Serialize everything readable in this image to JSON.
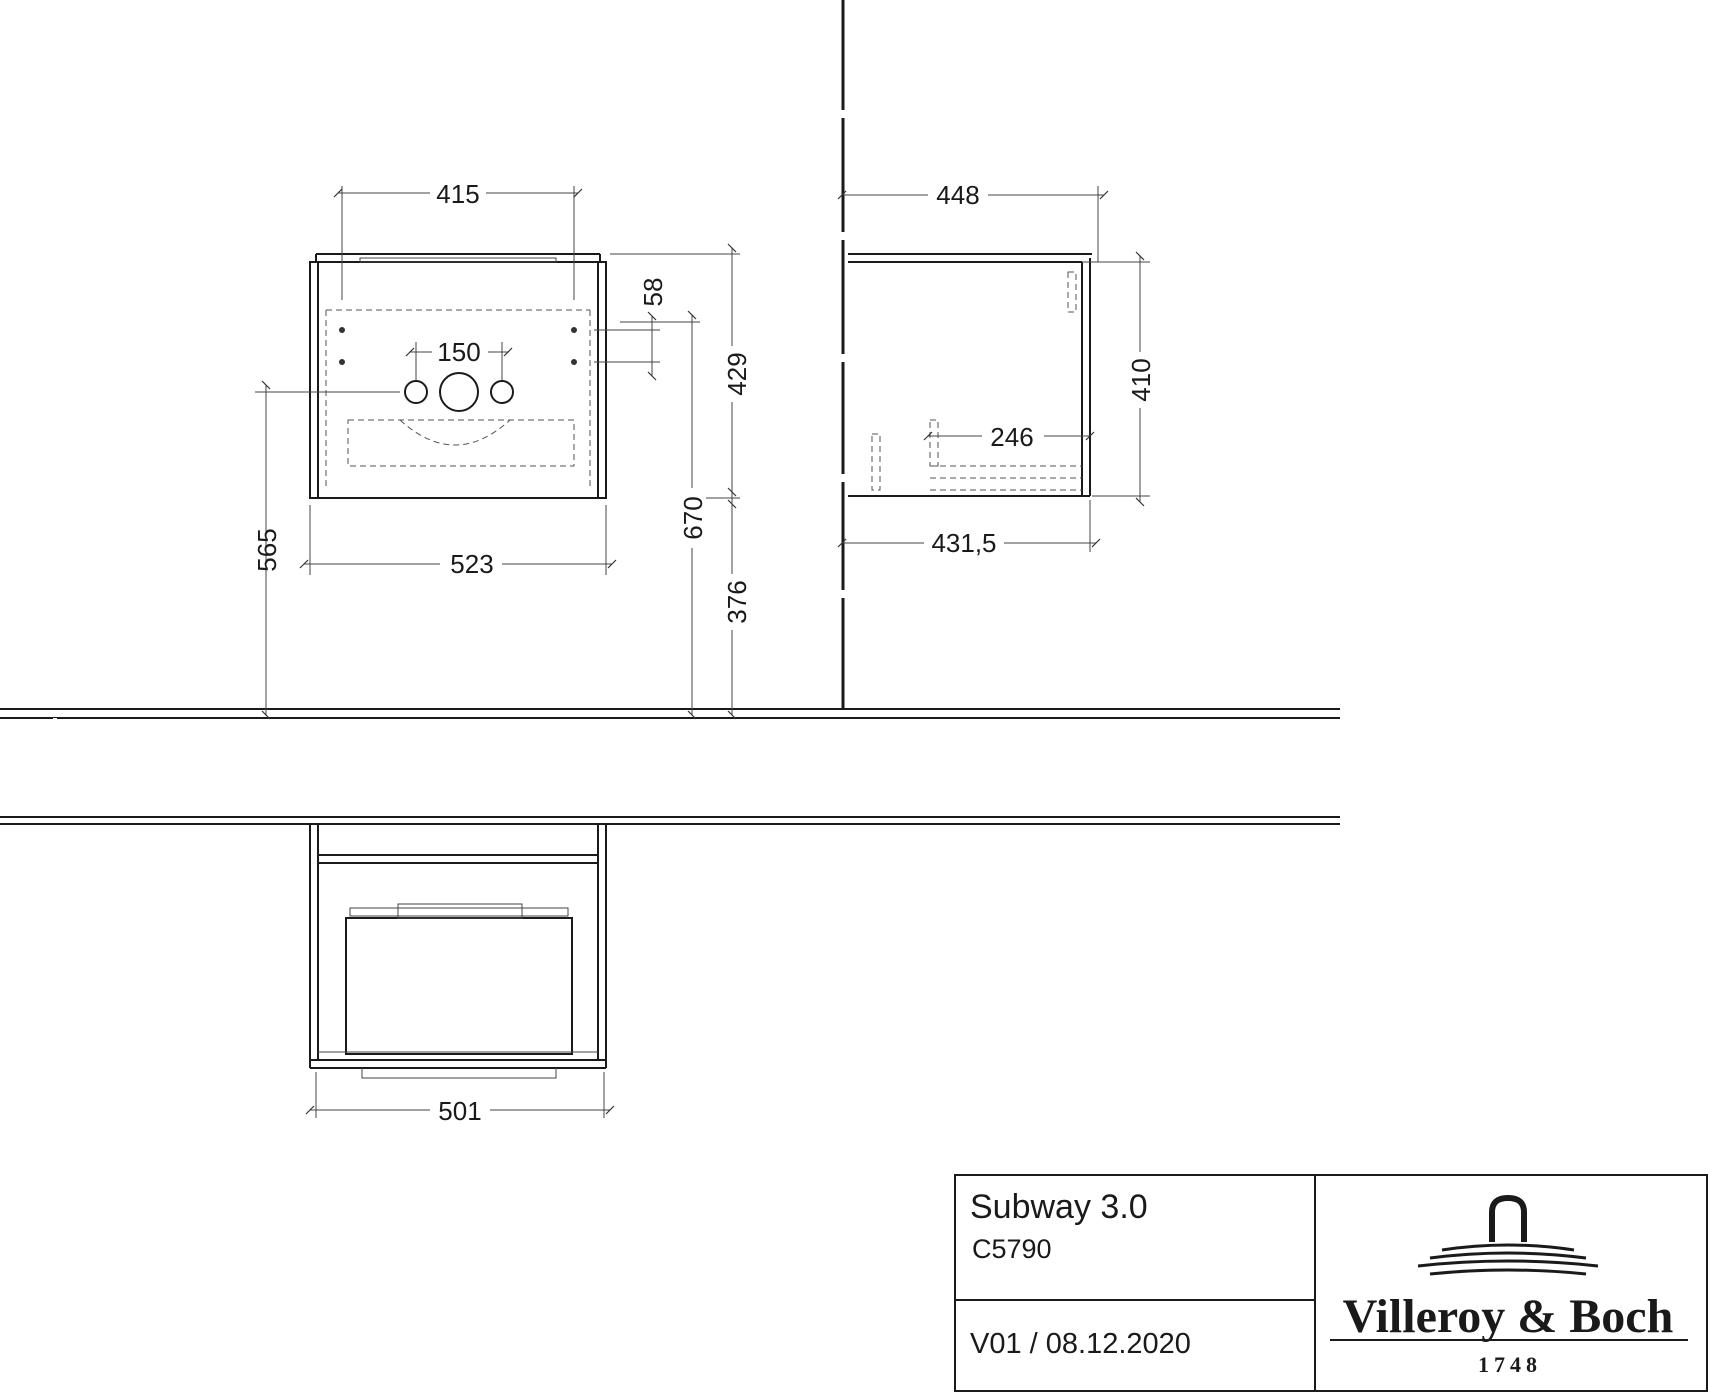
{
  "dimensions": {
    "front": {
      "w415": "415",
      "h58": "58",
      "w150": "150",
      "h429": "429",
      "h670": "670",
      "h565": "565",
      "w523": "523",
      "h376": "376"
    },
    "side": {
      "w448": "448",
      "h410": "410",
      "w246": "246",
      "w4315": "431,5"
    },
    "top": {
      "w501": "501"
    }
  },
  "title_block": {
    "product": "Subway 3.0",
    "code": "C5790",
    "version": "V01 / 08.12.2020",
    "brand": "Villeroy & Boch",
    "year": "1748"
  },
  "icons": [
    "villeroy-boch-logo-icon"
  ]
}
